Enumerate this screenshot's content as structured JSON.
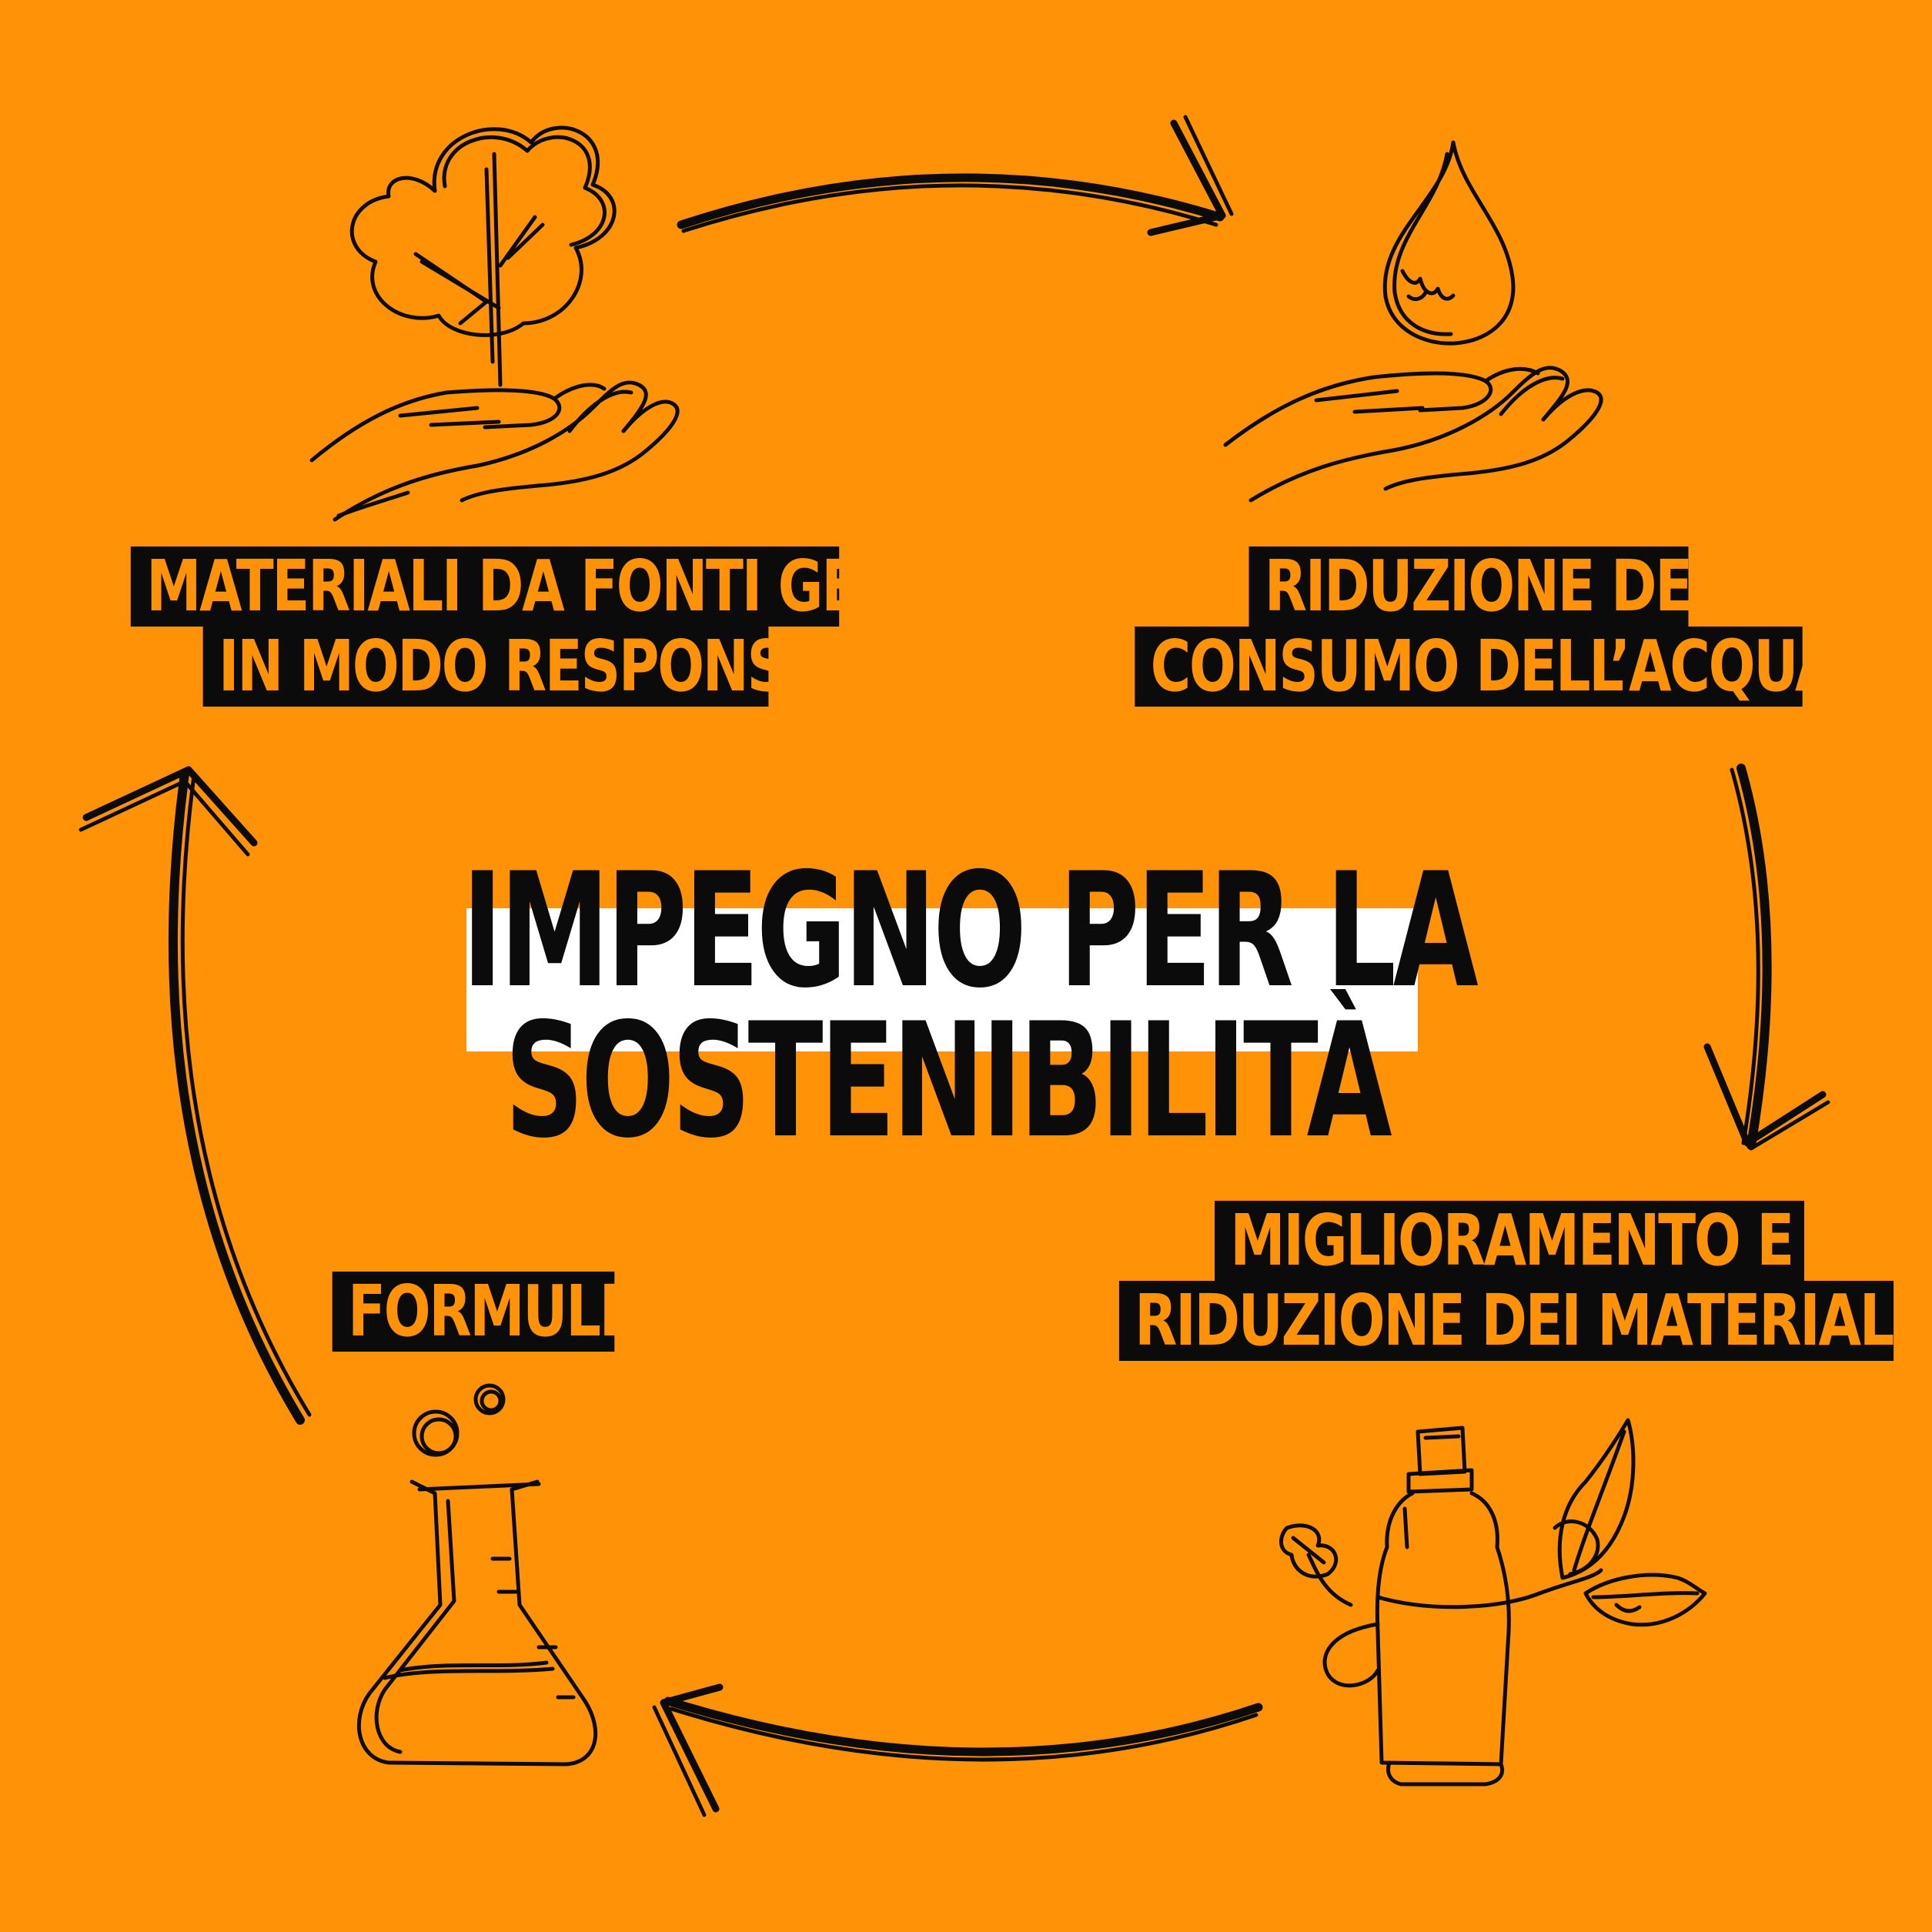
{
  "title": {
    "line1": "IMPEGNO PER LA",
    "line2": "SOSTENIBILITÀ"
  },
  "steps": [
    {
      "lines": [
        "MATERIALI DA FONTI GESTITE",
        "IN MODO RESPONSABILE"
      ],
      "icon": "hand-holding-tree-icon"
    },
    {
      "lines": [
        "RIDUZIONE DEL",
        "CONSUMO DELL’ACQUA"
      ],
      "icon": "hand-holding-water-drop-icon"
    },
    {
      "lines": [
        "MIGLIORAMENTO E",
        "RIDUZIONE DEI MATERIALI"
      ],
      "icon": "bottle-with-leaves-icon"
    },
    {
      "lines": [
        "FORMULE"
      ],
      "icon": "lab-flask-icon"
    }
  ],
  "colors": {
    "background": "#FF9206",
    "label_background": "#0B0B0B",
    "label_text": "#FF9206",
    "title_band": "#FFFFFF",
    "ink": "#0B0B0B"
  },
  "cycle_direction": "clockwise"
}
